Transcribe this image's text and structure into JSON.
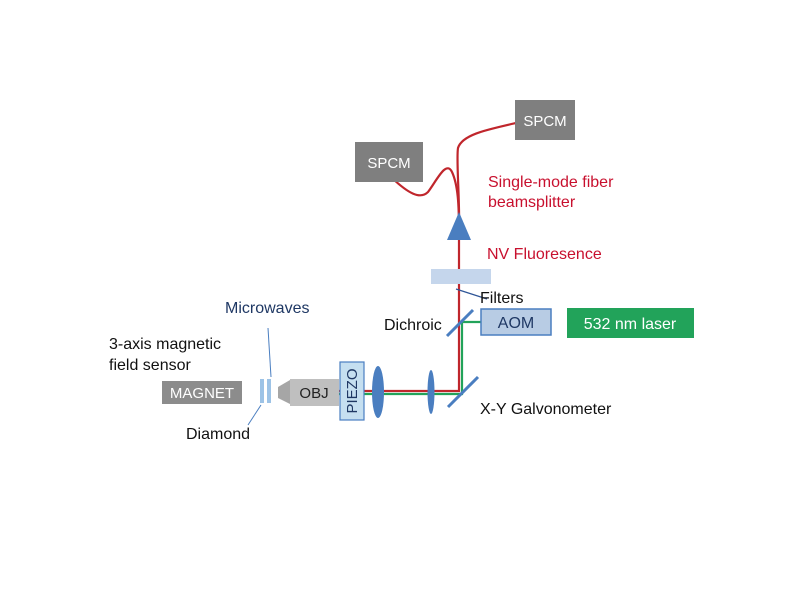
{
  "colors": {
    "red_beam": "#c0262c",
    "green_beam": "#22a35a",
    "spcm_fill": "#7f7f7f",
    "magnet_fill": "#8c8c8c",
    "objective_fill": "#bfbfbf",
    "component_blue": "#4a7ec0",
    "component_light_blue": "#b8cce4",
    "laser_green": "#22a35a",
    "red_label": "#c8102e",
    "dark_label": "#111111"
  },
  "components": {
    "spcm_right": "SPCM",
    "spcm_left": "SPCM",
    "aom": "AOM",
    "laser": "532 nm laser",
    "objective": "OBJ",
    "piezo": "PIEZO",
    "magnet": "MAGNET"
  },
  "labels": {
    "fiber_line1": "Single-mode fiber",
    "fiber_line2": "beamsplitter",
    "fluorescence": "NV Fluoresence",
    "filters": "Filters",
    "dichroic": "Dichroic",
    "microwaves": "Microwaves",
    "sensor_line1": "3-axis magnetic",
    "sensor_line2": "field sensor",
    "diamond": "Diamond",
    "galvo": "X-Y Galvonometer"
  }
}
